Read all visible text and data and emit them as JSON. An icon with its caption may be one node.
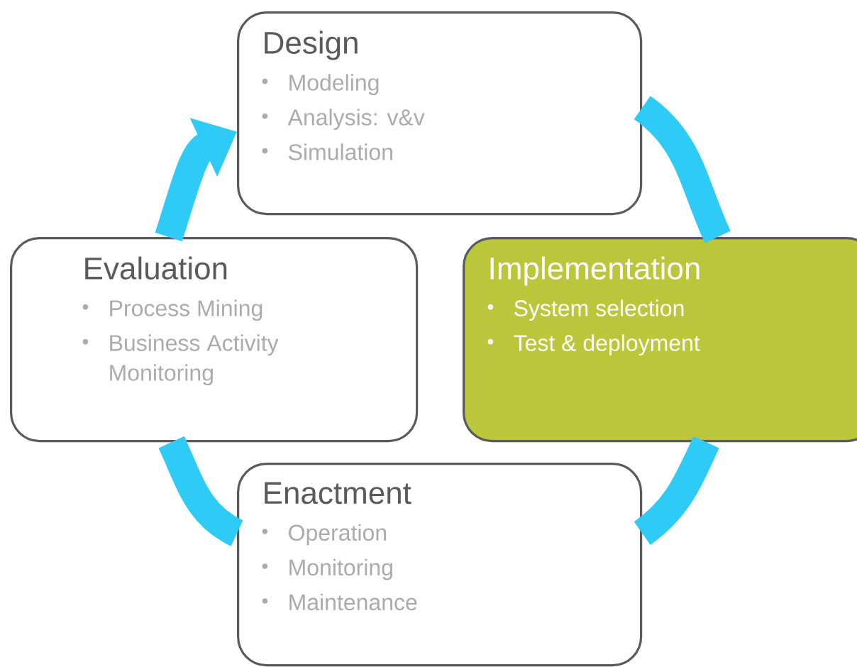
{
  "diagram": {
    "nodes": [
      {
        "text": [
          "Design",
          "Modeling",
          "Analysis: v&v",
          "Simulation"
        ]
      },
      {
        "text": [
          "Implementation",
          "System selection",
          "Test & deployment"
        ]
      },
      {
        "text": [
          "Enactment",
          "Operation",
          "Monitoring",
          "Maintenance"
        ]
      },
      {
        "text": [
          "Evaluation",
          "Process Mining",
          "Business Activity Monitoring"
        ]
      }
    ],
    "edges": [
      {
        "from": 0,
        "to": 1,
        "arrow": "none"
      },
      {
        "from": 1,
        "to": 2,
        "arrow": "none"
      },
      {
        "from": 2,
        "to": 3,
        "arrow": "none"
      },
      {
        "from": 3,
        "to": 0,
        "arrow": "to"
      }
    ]
  }
}
